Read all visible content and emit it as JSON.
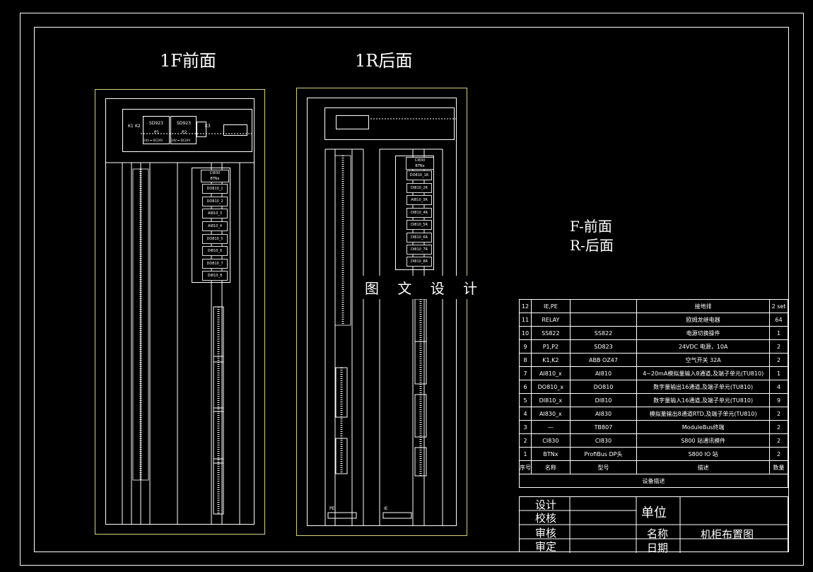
{
  "views": {
    "front_title": "1F前面",
    "rear_title": "1R后面"
  },
  "legend": {
    "front": "F-前面",
    "rear": "R-后面"
  },
  "watermark": "图 文 设 计",
  "front": {
    "breakers": [
      "K1",
      "K2"
    ],
    "psu": [
      {
        "label": "SD923",
        "tag": "P1",
        "foot": "24V ⎓ DC24V"
      },
      {
        "label": "SD923",
        "tag": "P2",
        "foot": "24V ⎓ DC24V"
      }
    ],
    "k3": "K3",
    "head": {
      "line1": "CI830",
      "line2": "BTNx"
    },
    "modules": [
      "DO810_1",
      "DO810_2",
      "AI810_3",
      "AI810_4",
      "DO810_5",
      "DI810_6",
      "DO810_7",
      "DI810_8"
    ]
  },
  "rear": {
    "head": {
      "line1": "CI830",
      "line2": "BTNx"
    },
    "modules": [
      "DO810_1R",
      "DI810_2R",
      "AI810_3R",
      "DI810_4R",
      "DI810_5R",
      "DI810_6R",
      "DI810_7R",
      "DI810_8R"
    ],
    "pe_label": "PE",
    "ie_label": "IE"
  },
  "bom": {
    "rows": [
      {
        "no": "12",
        "name": "IE,PE",
        "type": "",
        "desc": "接地排",
        "qty": "2 set"
      },
      {
        "no": "11",
        "name": "RELAY",
        "type": "",
        "desc": "欧姆龙继电器",
        "qty": "64"
      },
      {
        "no": "10",
        "name": "SS822",
        "type": "SS822",
        "desc": "电源切换操件",
        "qty": "1"
      },
      {
        "no": "9",
        "name": "P1,P2",
        "type": "SD823",
        "desc": "24VDC 电源，10A",
        "qty": "2"
      },
      {
        "no": "8",
        "name": "K1,K2",
        "type": "ABB OZ47",
        "desc": "空气开关 32A",
        "qty": "2"
      },
      {
        "no": "7",
        "name": "AI810_x",
        "type": "AI810",
        "desc": "4~20mA模拟量输入8通道,及端子单元(TU810)",
        "qty": "1"
      },
      {
        "no": "6",
        "name": "DO810_x",
        "type": "DO810",
        "desc": "数字量输出16通道,及端子单元(TU810)",
        "qty": "4"
      },
      {
        "no": "5",
        "name": "DI810_x",
        "type": "DI810",
        "desc": "数字量输入16通道,及端子单元(TU810)",
        "qty": "9"
      },
      {
        "no": "4",
        "name": "AI830_x",
        "type": "AI830",
        "desc": "模拟量输出8通道RTD,及端子单元(TU810)",
        "qty": "2"
      },
      {
        "no": "3",
        "name": "—",
        "type": "TB807",
        "desc": "ModuleBus终端",
        "qty": "2"
      },
      {
        "no": "2",
        "name": "CI830",
        "type": "CI830",
        "desc": "S800 站通讯模件",
        "qty": "2"
      },
      {
        "no": "1",
        "name": "BTNx",
        "type": "ProfiBus DP头",
        "desc": "S800 IO 站",
        "qty": "2"
      }
    ],
    "header": {
      "no": "序号",
      "name": "名称",
      "type": "型号",
      "desc": "描述",
      "qty": "数量"
    },
    "caption": "设备描述"
  },
  "title_block": {
    "design": "设计",
    "check": "校核",
    "review": "审核",
    "approve": "审定",
    "unit_label": "单位",
    "name_label": "名称",
    "name_value": "机柜布置图",
    "date_label": "日期"
  },
  "colors": {
    "background": "#000000",
    "line": "#ffffff",
    "cabinet_outline": "#d8d07a"
  }
}
